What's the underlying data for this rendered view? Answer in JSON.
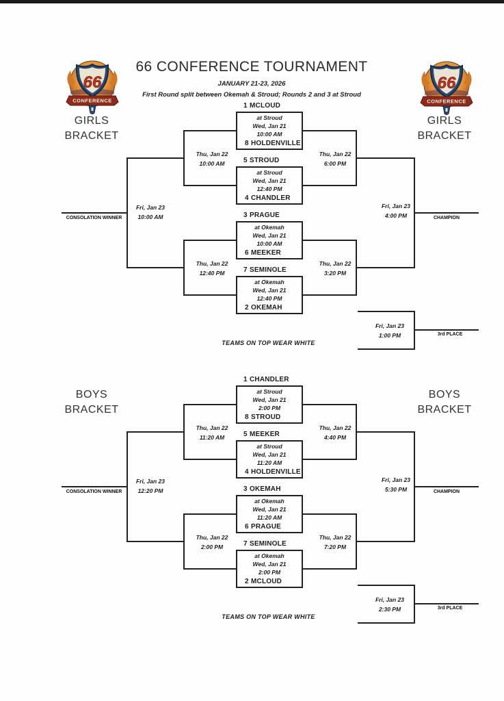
{
  "header": {
    "title": "66 CONFERENCE TOURNAMENT",
    "date_line": "JANUARY 21-23, 2026",
    "note_line": "First Round split between Okemah & Stroud; Rounds 2 and 3 at Stroud"
  },
  "logo": {
    "number": "66",
    "banner": "CONFERENCE"
  },
  "brackets": [
    {
      "name": "GIRLS",
      "label_line1": "GIRLS",
      "label_line2": "BRACKET",
      "games": [
        {
          "seed_top": "1",
          "team_top": "MCLOUD",
          "venue": "at Stroud",
          "date": "Wed, Jan 21",
          "time": "10:00 AM",
          "seed_bottom": "8",
          "team_bottom": "HOLDENVILLE"
        },
        {
          "seed_top": "5",
          "team_top": "STROUD",
          "venue": "at Stroud",
          "date": "Wed, Jan 21",
          "time": "12:40 PM",
          "seed_bottom": "4",
          "team_bottom": "CHANDLER"
        },
        {
          "seed_top": "3",
          "team_top": "PRAGUE",
          "venue": "at Okemah",
          "date": "Wed, Jan 21",
          "time": "10:00 AM",
          "seed_bottom": "6",
          "team_bottom": "MEEKER"
        },
        {
          "seed_top": "7",
          "team_top": "SEMINOLE",
          "venue": "at Okemah",
          "date": "Wed, Jan 21",
          "time": "12:40 PM",
          "seed_bottom": "2",
          "team_bottom": "OKEMAH"
        }
      ],
      "consolation_semis": [
        {
          "date": "Thu, Jan 22",
          "time": "10:00 AM"
        },
        {
          "date": "Thu, Jan 22",
          "time": "12:40 PM"
        }
      ],
      "winner_semis": [
        {
          "date": "Thu, Jan 22",
          "time": "6:00 PM"
        },
        {
          "date": "Thu, Jan 22",
          "time": "3:20 PM"
        }
      ],
      "consolation_final": {
        "date": "Fri, Jan 23",
        "time": "10:00 AM",
        "label": "CONSOLATION WINNER"
      },
      "championship": {
        "date": "Fri, Jan 23",
        "time": "4:00 PM",
        "label": "CHAMPION"
      },
      "third_place": {
        "date": "Fri, Jan 23",
        "time": "1:00 PM",
        "label": "3rd PLACE"
      },
      "footer_note": "TEAMS ON TOP WEAR WHITE"
    },
    {
      "name": "BOYS",
      "label_line1": "BOYS",
      "label_line2": "BRACKET",
      "games": [
        {
          "seed_top": "1",
          "team_top": "CHANDLER",
          "venue": "at Stroud",
          "date": "Wed, Jan 21",
          "time": "2:00 PM",
          "seed_bottom": "8",
          "team_bottom": "STROUD"
        },
        {
          "seed_top": "5",
          "team_top": "MEEKER",
          "venue": "at Stroud",
          "date": "Wed, Jan 21",
          "time": "11:20 AM",
          "seed_bottom": "4",
          "team_bottom": "HOLDENVILLE"
        },
        {
          "seed_top": "3",
          "team_top": "OKEMAH",
          "venue": "at Okemah",
          "date": "Wed, Jan 21",
          "time": "11:20 AM",
          "seed_bottom": "6",
          "team_bottom": "PRAGUE"
        },
        {
          "seed_top": "7",
          "team_top": "SEMINOLE",
          "venue": "at Okemah",
          "date": "Wed, Jan 21",
          "time": "2:00 PM",
          "seed_bottom": "2",
          "team_bottom": "MCLOUD"
        }
      ],
      "consolation_semis": [
        {
          "date": "Thu, Jan 22",
          "time": "11:20 AM"
        },
        {
          "date": "Thu, Jan 22",
          "time": "2:00 PM"
        }
      ],
      "winner_semis": [
        {
          "date": "Thu, Jan 22",
          "time": "4:40 PM"
        },
        {
          "date": "Thu, Jan 22",
          "time": "7:20 PM"
        }
      ],
      "consolation_final": {
        "date": "Fri, Jan 23",
        "time": "12:20 PM",
        "label": "CONSOLATION WINNER"
      },
      "championship": {
        "date": "Fri, Jan 23",
        "time": "5:30 PM",
        "label": "CHAMPION"
      },
      "third_place": {
        "date": "Fri, Jan 23",
        "time": "2:30 PM",
        "label": "3rd PLACE"
      },
      "footer_note": "TEAMS ON TOP WEAR WHITE"
    }
  ]
}
